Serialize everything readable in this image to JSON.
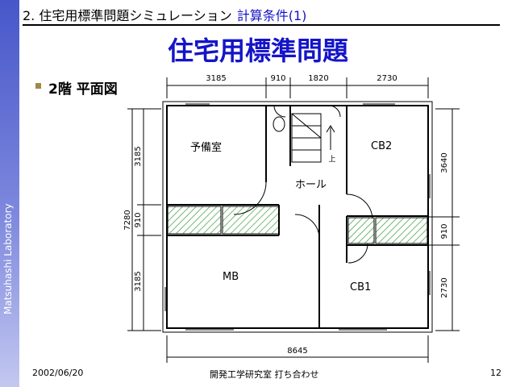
{
  "sidebar": {
    "text": "Matsuhashi Laboratory"
  },
  "header": {
    "section": "2. 住宅用標準問題シミュレーション",
    "subtitle": "計算条件(1)"
  },
  "title": "住宅用標準問題",
  "floor_label": "2階 平面図",
  "plan": {
    "dims_top": [
      "3185",
      "910",
      "1820",
      "2730"
    ],
    "dim_bottom": "8645",
    "dims_left": [
      "3185",
      "910",
      "3185"
    ],
    "dim_left_total": "7280",
    "dims_right": [
      "3640",
      "910",
      "2730"
    ],
    "rooms": [
      "予備室",
      "CB2",
      "ホール",
      "MB",
      "CB1"
    ],
    "arrow_label": "上"
  },
  "footer": {
    "date": "2002/06/20",
    "center": "開発工学研究室 打ち合わせ",
    "page": "12"
  },
  "colors": {
    "sidebar": "#4757c9",
    "title": "#1414c8",
    "bullet": "#9e8a48"
  }
}
